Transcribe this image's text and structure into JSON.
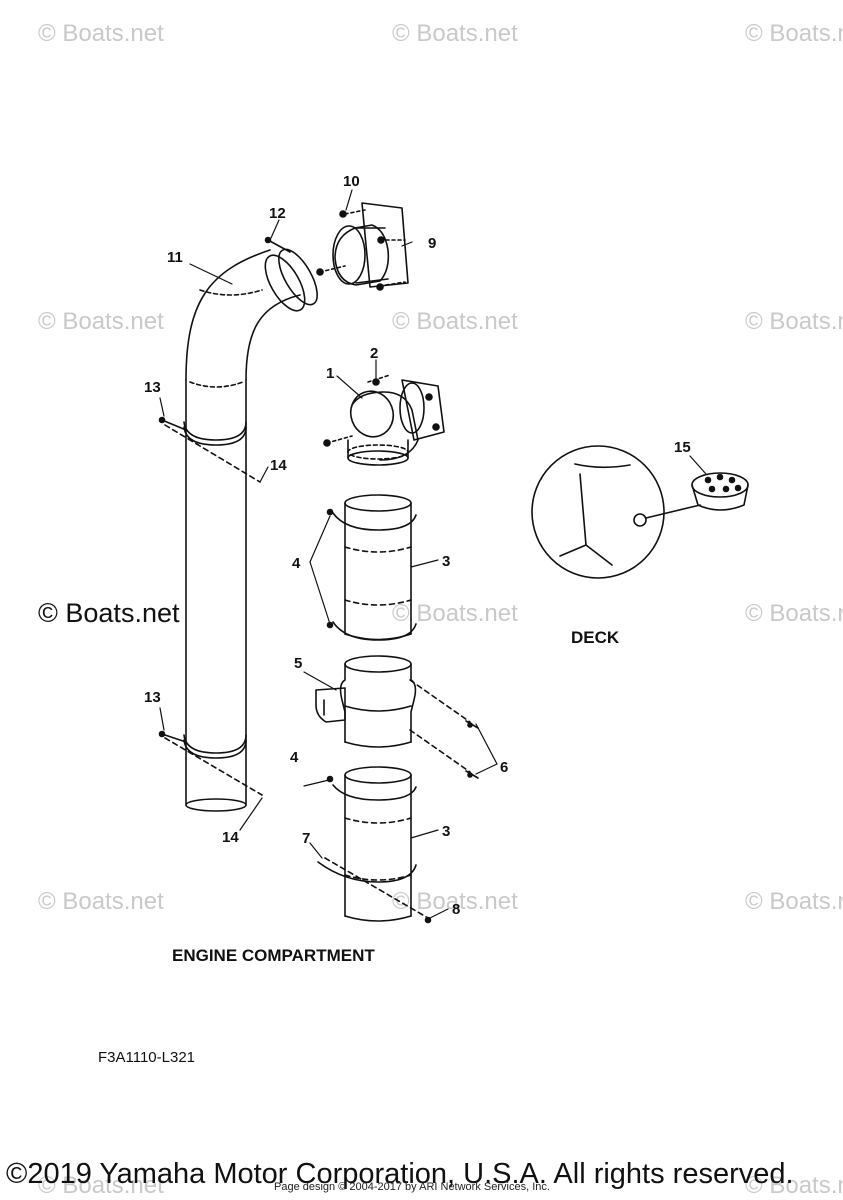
{
  "watermark": "© Boats.net",
  "watermark_prominent": "© Boats.net",
  "callouts": [
    "1",
    "2",
    "3",
    "3",
    "4",
    "4",
    "5",
    "6",
    "7",
    "8",
    "9",
    "10",
    "11",
    "12",
    "13",
    "13",
    "14",
    "14",
    "15"
  ],
  "labels": {
    "deck": "DECK",
    "engine_compartment": "ENGINE COMPARTMENT",
    "diagram_code": "F3A1110-L321"
  },
  "footer": {
    "copyright": "©2019 Yamaha Motor Corporation, U.S.A. All rights reserved.",
    "page_design": "Page design © 2004-2017 by ARI Network Services, Inc."
  }
}
